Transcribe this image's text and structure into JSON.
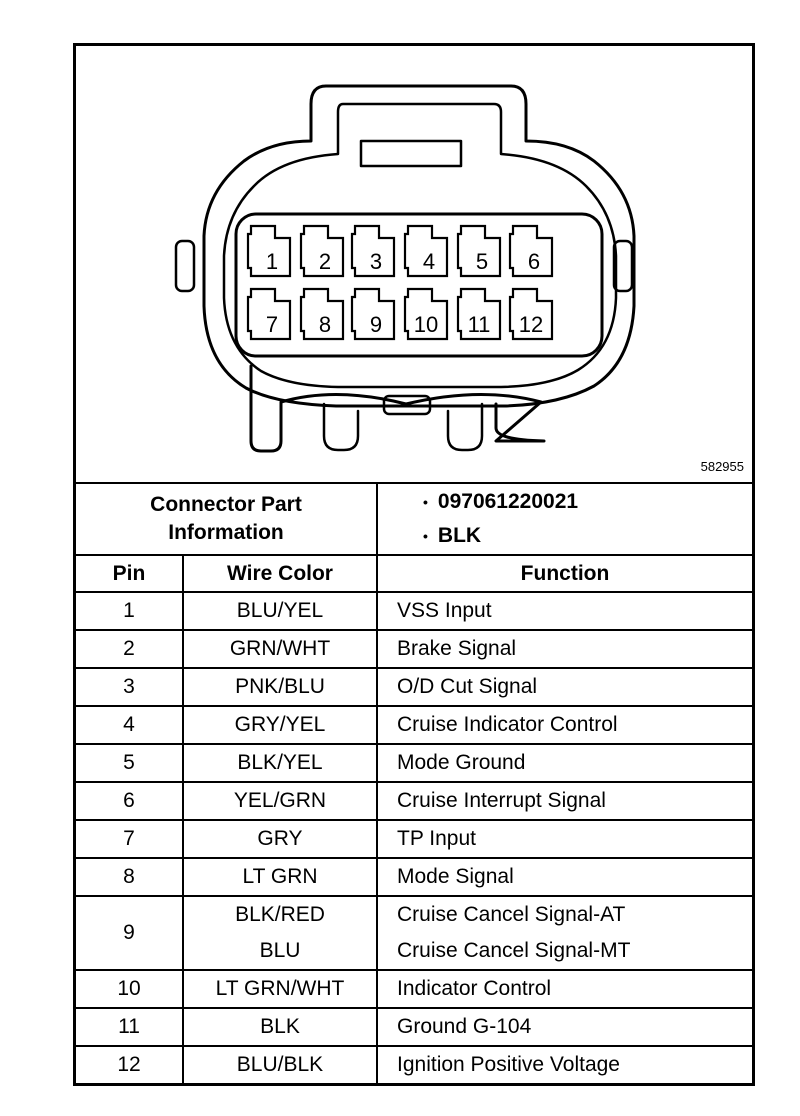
{
  "figure_id": "582955",
  "pin_numbers": [
    "1",
    "2",
    "3",
    "4",
    "5",
    "6",
    "7",
    "8",
    "9",
    "10",
    "11",
    "12"
  ],
  "connector_part_information": {
    "label": "Connector Part Information",
    "label_line1": "Connector Part",
    "label_line2": "Information",
    "bullet": "•",
    "values": [
      "097061220021",
      "BLK"
    ]
  },
  "table": {
    "headers": {
      "pin": "Pin",
      "wire_color": "Wire Color",
      "function": "Function"
    },
    "rows": [
      {
        "pin": "1",
        "wire_color": "BLU/YEL",
        "function": "VSS Input"
      },
      {
        "pin": "2",
        "wire_color": "GRN/WHT",
        "function": "Brake Signal"
      },
      {
        "pin": "3",
        "wire_color": "PNK/BLU",
        "function": "O/D Cut Signal"
      },
      {
        "pin": "4",
        "wire_color": "GRY/YEL",
        "function": "Cruise Indicator Control"
      },
      {
        "pin": "5",
        "wire_color": "BLK/YEL",
        "function": "Mode Ground"
      },
      {
        "pin": "6",
        "wire_color": "YEL/GRN",
        "function": "Cruise Interrupt Signal"
      },
      {
        "pin": "7",
        "wire_color": "GRY",
        "function": "TP Input"
      },
      {
        "pin": "8",
        "wire_color": "LT GRN",
        "function": "Mode Signal"
      },
      {
        "pin": "9",
        "wire_colors": [
          "BLK/RED",
          "BLU"
        ],
        "functions": [
          "Cruise Cancel Signal-AT",
          "Cruise Cancel Signal-MT"
        ]
      },
      {
        "pin": "10",
        "wire_color": "LT GRN/WHT",
        "function": "Indicator Control"
      },
      {
        "pin": "11",
        "wire_color": "BLK",
        "function": "Ground G-104"
      },
      {
        "pin": "12",
        "wire_color": "BLU/BLK",
        "function": "Ignition Positive Voltage"
      }
    ]
  }
}
